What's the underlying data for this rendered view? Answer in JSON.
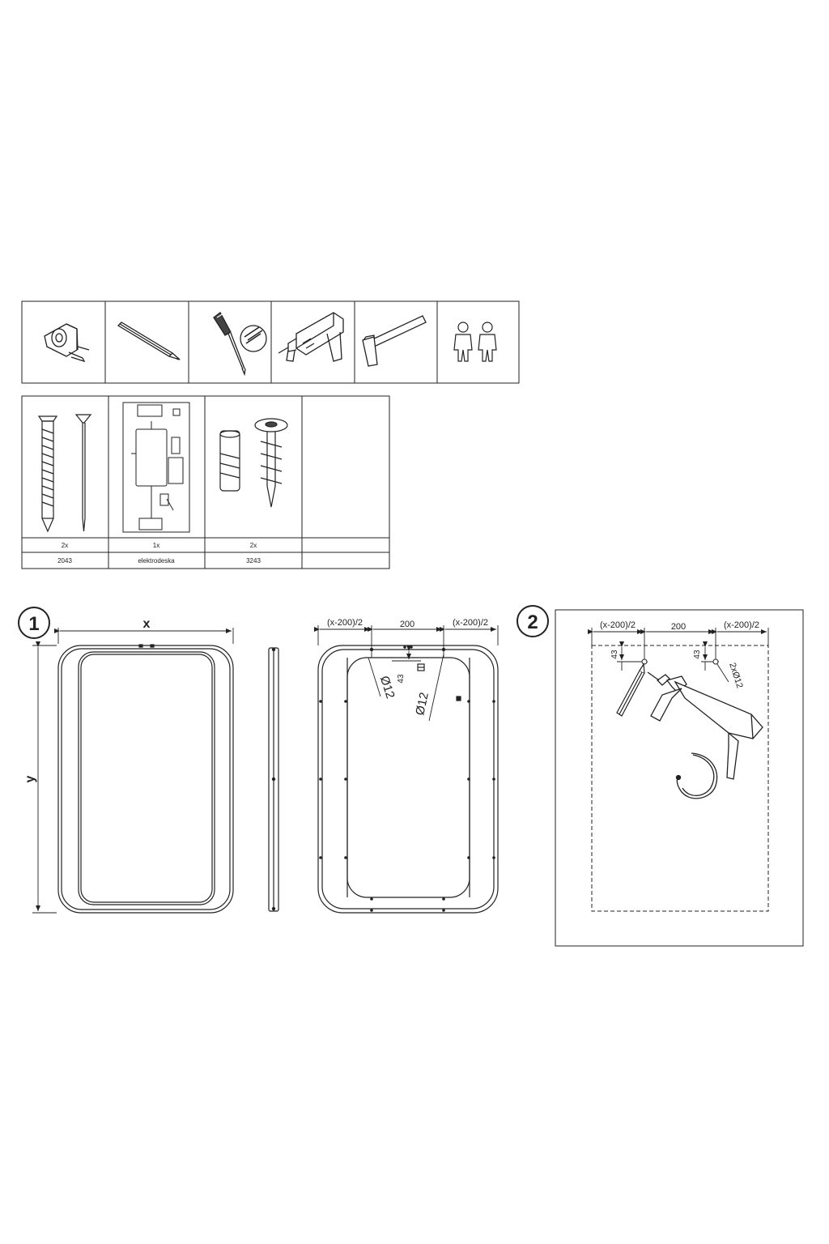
{
  "tools_row": {
    "tools": [
      {
        "icon": "tape-measure-icon"
      },
      {
        "icon": "pencil-icon"
      },
      {
        "icon": "screwdriver-icon"
      },
      {
        "icon": "drill-icon"
      },
      {
        "icon": "hammer-icon"
      },
      {
        "icon": "two-persons-icon"
      }
    ]
  },
  "parts_table": {
    "items": [
      {
        "icon": "dowel-and-screw-icon",
        "quantity": "2x",
        "code": "2043"
      },
      {
        "icon": "electrical-board-icon",
        "quantity": "1x",
        "code": "elektrodeska"
      },
      {
        "icon": "anchor-and-screw-icon",
        "quantity": "2x",
        "code": "3243"
      },
      {
        "icon": "",
        "quantity": "",
        "code": ""
      }
    ]
  },
  "step1": {
    "number": "1",
    "width_label": "x",
    "height_label": "y",
    "dim_left": "(x-200)/2",
    "dim_center": "200",
    "dim_right": "(x-200)/2",
    "dim_offset": "43",
    "hole_label_a": "Ø12",
    "hole_label_b": "Ø12"
  },
  "step2": {
    "number": "2",
    "dim_left": "(x-200)/2",
    "dim_center": "200",
    "dim_right": "(x-200)/2",
    "dim_offset_left": "43",
    "dim_offset_right": "43",
    "hole_callout": "2xØ12"
  }
}
